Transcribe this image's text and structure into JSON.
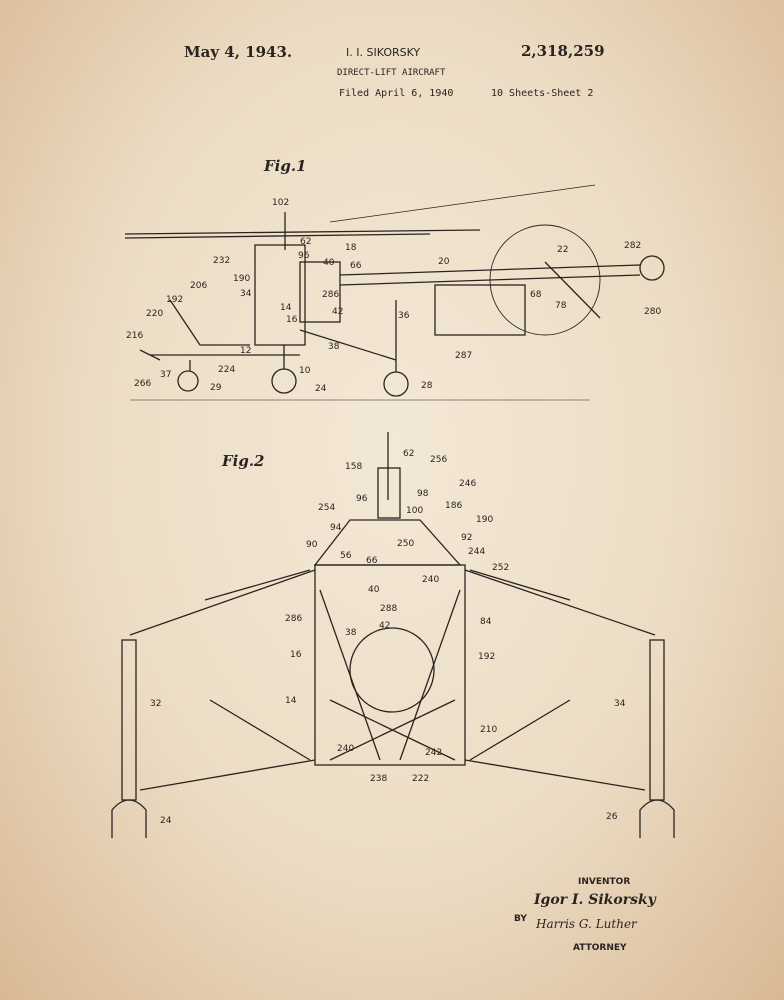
{
  "header": {
    "date": "May 4, 1943.",
    "inventor_name": "I. I. SIKORSKY",
    "patent_number": "2,318,259",
    "title": "DIRECT-LIFT AIRCRAFT",
    "filed": "Filed April 6, 1940",
    "sheets": "10 Sheets-Sheet 2"
  },
  "figures": {
    "fig1": {
      "label": "Fig.1",
      "refs": [
        "102",
        "62",
        "18",
        "96",
        "232",
        "190",
        "40",
        "66",
        "20",
        "22",
        "282",
        "206",
        "34",
        "286",
        "192",
        "14",
        "42",
        "220",
        "12",
        "36",
        "68",
        "78",
        "280",
        "216",
        "287",
        "38",
        "224",
        "10",
        "37",
        "266",
        "29",
        "24",
        "28",
        "16"
      ]
    },
    "fig2": {
      "label": "Fig.2",
      "refs": [
        "158",
        "62",
        "256",
        "246",
        "98",
        "254",
        "96",
        "100",
        "186",
        "190",
        "94",
        "92",
        "90",
        "56",
        "250",
        "244",
        "66",
        "252",
        "40",
        "240",
        "288",
        "286",
        "38",
        "84",
        "42",
        "16",
        "192",
        "14",
        "32",
        "34",
        "210",
        "240",
        "242",
        "238",
        "222",
        "24",
        "26"
      ]
    }
  },
  "signature": {
    "inventor_label": "INVENTOR",
    "inventor_signature": "Igor I. Sikorsky",
    "by_label": "BY",
    "attorney_signature": "Harris G. Luther",
    "attorney_label": "ATTORNEY"
  },
  "colors": {
    "paper": "#ecdcc4",
    "ink": "#2a2420"
  }
}
